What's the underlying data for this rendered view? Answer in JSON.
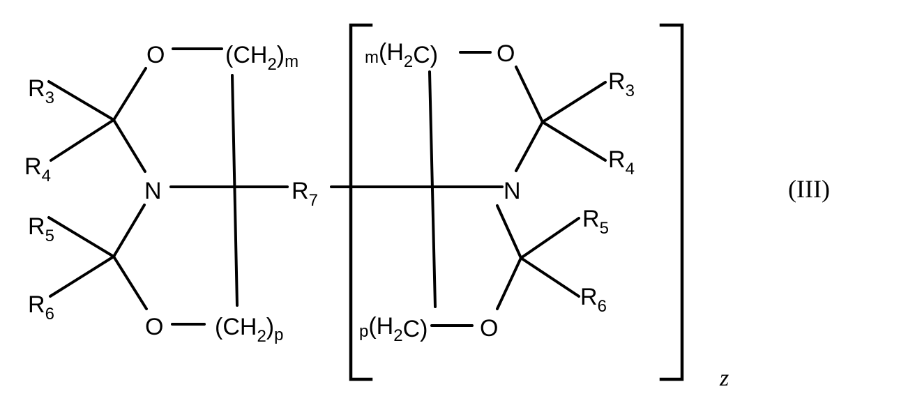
{
  "figure": {
    "formula_label": "(III)",
    "repeat_subscript": "z",
    "left_unit": {
      "o_top": "O",
      "ch2_top": {
        "main": "(CH",
        "sub1": "2",
        "close": ")",
        "index": "m"
      },
      "r3": {
        "base": "R",
        "sub": "3"
      },
      "r4": {
        "base": "R",
        "sub": "4"
      },
      "n": "N",
      "r5": {
        "base": "R",
        "sub": "5"
      },
      "r6": {
        "base": "R",
        "sub": "6"
      },
      "o_bottom": "O",
      "ch2_bottom": {
        "main": "(CH",
        "sub1": "2",
        "close": ")",
        "index": "p"
      }
    },
    "linker": {
      "base": "R",
      "sub": "7"
    },
    "repeat_unit": {
      "h2c_top": {
        "index": "m",
        "open": "(H",
        "sub1": "2",
        "close": "C)"
      },
      "o_top": "O",
      "r3": {
        "base": "R",
        "sub": "3"
      },
      "r4": {
        "base": "R",
        "sub": "4"
      },
      "n": "N",
      "r5": {
        "base": "R",
        "sub": "5"
      },
      "r6": {
        "base": "R",
        "sub": "6"
      },
      "h2c_bottom": {
        "index": "p",
        "open": "(H",
        "sub1": "2",
        "close": "C)"
      },
      "o_bottom": "O"
    },
    "colors": {
      "ink": "#000000",
      "background": "#ffffff"
    }
  }
}
